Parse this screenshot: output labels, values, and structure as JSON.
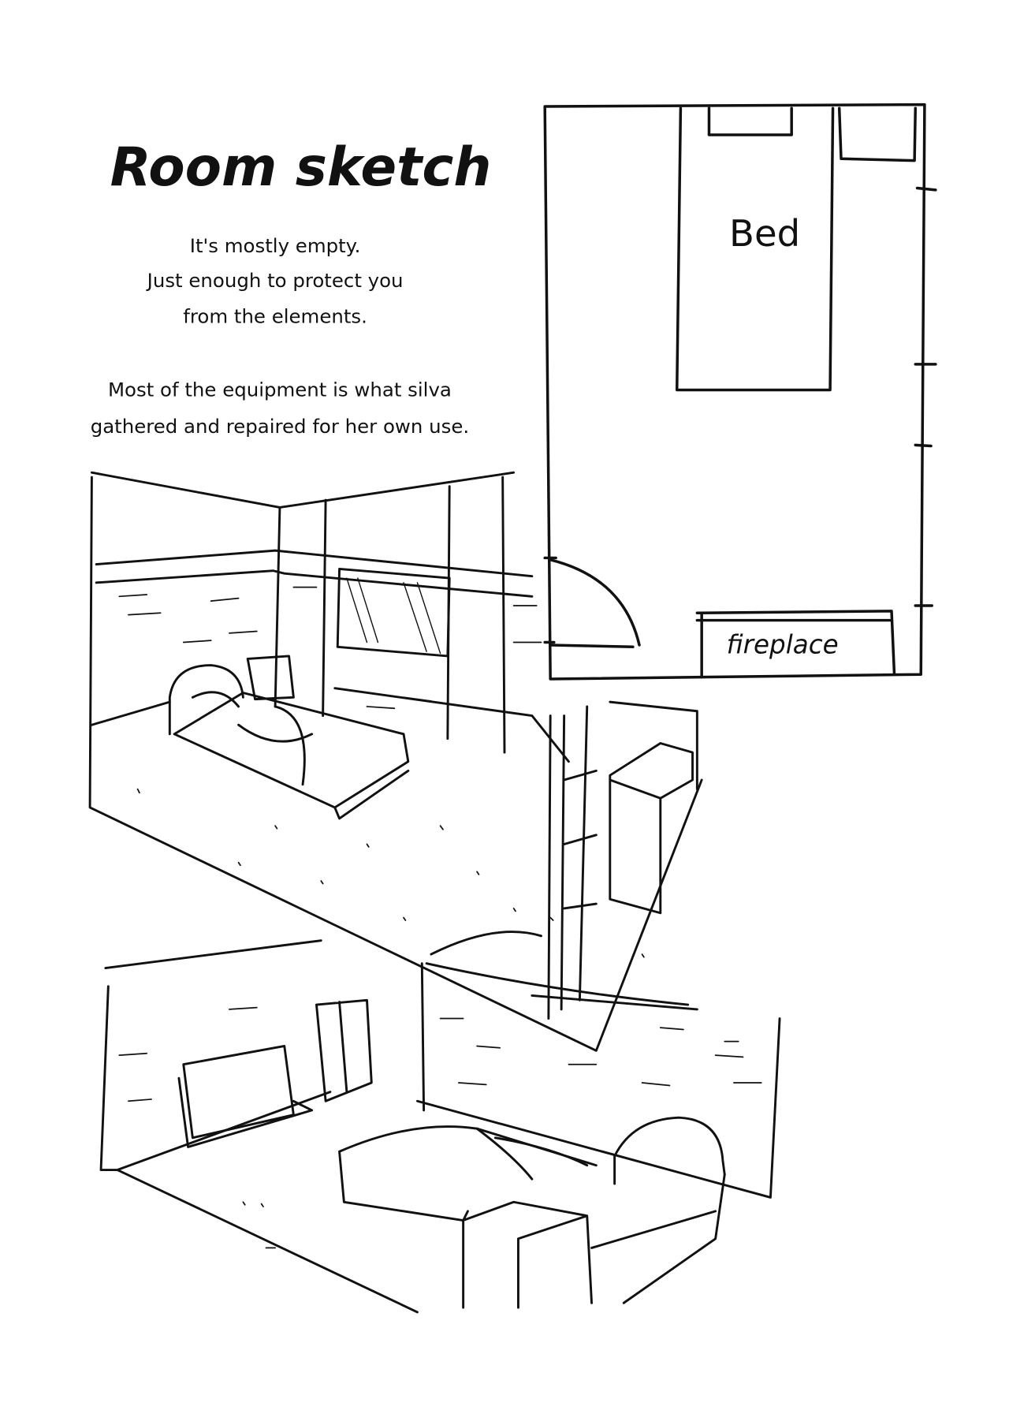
{
  "page": {
    "title": "Room sketch",
    "intro_lines": [
      "It's mostly empty.",
      "Just enough to protect you",
      "from the elements."
    ],
    "note_lines": [
      "Most of the equipment is what silva",
      "gathered and repaired for her own use."
    ]
  },
  "floor_plan": {
    "bed_label": "Bed",
    "fireplace_label": "fireplace"
  },
  "colors": {
    "ink": "#111111",
    "paper": "#ffffff"
  }
}
